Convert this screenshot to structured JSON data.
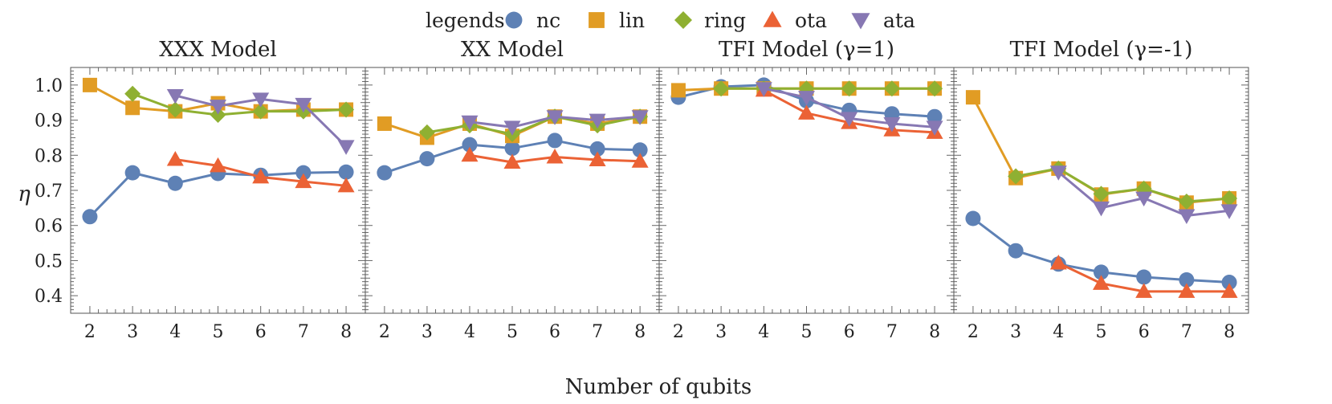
{
  "legend": {
    "title": "legends",
    "items": [
      {
        "key": "nc",
        "label": "nc"
      },
      {
        "key": "lin",
        "label": "lin"
      },
      {
        "key": "ring",
        "label": "ring"
      },
      {
        "key": "ota",
        "label": "ota"
      },
      {
        "key": "ata",
        "label": "ata"
      }
    ]
  },
  "series_styles": {
    "nc": {
      "color": "#5e81b5",
      "marker": "circle"
    },
    "lin": {
      "color": "#e19c24",
      "marker": "square"
    },
    "ring": {
      "color": "#8fb032",
      "marker": "diamond"
    },
    "ota": {
      "color": "#eb6235",
      "marker": "triangle-up"
    },
    "ata": {
      "color": "#8778b3",
      "marker": "triangle-down"
    }
  },
  "xlabel": "Number of qubits",
  "ylabel": "η",
  "chart_data": [
    {
      "type": "line",
      "title": "XXX Model",
      "x": [
        2,
        3,
        4,
        5,
        6,
        7,
        8
      ],
      "ylim": [
        0.35,
        1.05
      ],
      "yticks": [
        0.4,
        0.5,
        0.6,
        0.7,
        0.8,
        0.9,
        1.0
      ],
      "series": [
        {
          "name": "nc",
          "values": [
            0.625,
            0.75,
            0.72,
            0.748,
            0.743,
            0.75,
            0.752
          ]
        },
        {
          "name": "lin",
          "values": [
            1.0,
            0.935,
            0.925,
            0.948,
            0.925,
            0.93,
            0.93
          ]
        },
        {
          "name": "ring",
          "values": [
            null,
            0.975,
            0.93,
            0.915,
            0.925,
            0.925,
            0.93
          ]
        },
        {
          "name": "ota",
          "values": [
            null,
            null,
            0.788,
            0.77,
            0.738,
            0.725,
            0.713
          ]
        },
        {
          "name": "ata",
          "values": [
            null,
            null,
            0.97,
            0.94,
            0.96,
            0.945,
            0.825
          ]
        }
      ]
    },
    {
      "type": "line",
      "title": "XX Model",
      "x": [
        2,
        3,
        4,
        5,
        6,
        7,
        8
      ],
      "ylim": [
        0.35,
        1.05
      ],
      "yticks": [
        0.4,
        0.5,
        0.6,
        0.7,
        0.8,
        0.9,
        1.0
      ],
      "series": [
        {
          "name": "nc",
          "values": [
            0.75,
            0.79,
            0.83,
            0.82,
            0.842,
            0.818,
            0.815
          ]
        },
        {
          "name": "lin",
          "values": [
            0.89,
            0.85,
            0.89,
            0.855,
            0.91,
            0.89,
            0.91
          ]
        },
        {
          "name": "ring",
          "values": [
            null,
            0.865,
            0.885,
            0.86,
            0.91,
            0.885,
            0.91
          ]
        },
        {
          "name": "ota",
          "values": [
            null,
            null,
            0.8,
            0.78,
            0.795,
            0.787,
            0.783
          ]
        },
        {
          "name": "ata",
          "values": [
            null,
            null,
            0.895,
            0.88,
            0.91,
            0.9,
            0.91
          ]
        }
      ]
    },
    {
      "type": "line",
      "title": "TFI Model (γ=1)",
      "x": [
        2,
        3,
        4,
        5,
        6,
        7,
        8
      ],
      "ylim": [
        0.35,
        1.05
      ],
      "yticks": [
        0.4,
        0.5,
        0.6,
        0.7,
        0.8,
        0.9,
        1.0
      ],
      "series": [
        {
          "name": "nc",
          "values": [
            0.965,
            0.995,
            1.0,
            0.955,
            0.928,
            0.918,
            0.91
          ]
        },
        {
          "name": "lin",
          "values": [
            0.985,
            0.99,
            0.99,
            0.99,
            0.99,
            0.99,
            0.99
          ]
        },
        {
          "name": "ring",
          "values": [
            null,
            0.99,
            0.99,
            0.99,
            0.99,
            0.99,
            0.99
          ]
        },
        {
          "name": "ota",
          "values": [
            null,
            null,
            0.985,
            0.92,
            0.893,
            0.872,
            0.865
          ]
        },
        {
          "name": "ata",
          "values": [
            null,
            null,
            0.99,
            0.965,
            0.905,
            0.89,
            0.88
          ]
        }
      ]
    },
    {
      "type": "line",
      "title": "TFI Model (γ=-1)",
      "x": [
        2,
        3,
        4,
        5,
        6,
        7,
        8
      ],
      "ylim": [
        0.35,
        1.05
      ],
      "yticks": [
        0.4,
        0.5,
        0.6,
        0.7,
        0.8,
        0.9,
        1.0
      ],
      "series": [
        {
          "name": "nc",
          "values": [
            0.62,
            0.528,
            0.49,
            0.467,
            0.453,
            0.445,
            0.438
          ]
        },
        {
          "name": "lin",
          "values": [
            0.965,
            0.735,
            0.762,
            0.688,
            0.705,
            0.665,
            0.677
          ]
        },
        {
          "name": "ring",
          "values": [
            null,
            0.74,
            0.762,
            0.69,
            0.705,
            0.668,
            0.677
          ]
        },
        {
          "name": "ota",
          "values": [
            null,
            null,
            0.493,
            0.435,
            0.412,
            0.412,
            0.412
          ]
        },
        {
          "name": "ata",
          "values": [
            null,
            null,
            0.752,
            0.65,
            0.678,
            0.628,
            0.642
          ]
        }
      ]
    }
  ]
}
